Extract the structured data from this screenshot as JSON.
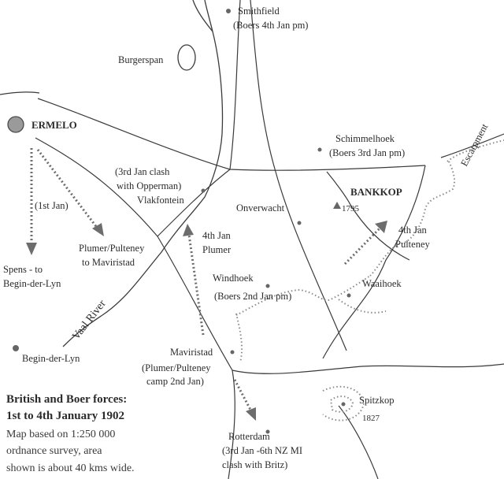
{
  "legend": {
    "title_line1": "British and Boer forces:",
    "title_line2": "1st to 4th January 1902",
    "body_line1": "Map based on 1:250 000",
    "body_line2": "ordnance survey, area",
    "body_line3": "shown is about 40 kms wide."
  },
  "places": {
    "ermelo": "ERMELO",
    "smithfield": "Smithfield",
    "smithfield_note": "(Boers 4th Jan pm)",
    "burgerspan": "Burgerspan",
    "schimmelhoek": "Schimmelhoek",
    "schimmelhoek_note": "(Boers 3rd Jan pm)",
    "escarpment": "Escarpment",
    "bankkop": "BANKKOP",
    "bankkop_height": "1795",
    "vlakfontein_note1": "(3rd Jan clash",
    "vlakfontein_note2": "with Opperman)",
    "vlakfontein": "Vlakfontein",
    "onverwacht": "Onverwacht",
    "windhoek": "Windhoek",
    "windhoek_note": "(Boers 2nd Jan pm)",
    "waaihoek": "Waaihoek",
    "maviristad": "Maviristad",
    "maviristad_note1": "(Plumer/Pulteney",
    "maviristad_note2": "camp 2nd Jan)",
    "spitzkop": "Spitzkop",
    "spitzkop_height": "1827",
    "rotterdam": "Rotterdam",
    "rotterdam_note1": "(3rd Jan -6th NZ MI",
    "rotterdam_note2": "clash with Britz)",
    "begin_der_lyn": "Begin-der-Lyn",
    "vaal_river": "Vaal River"
  },
  "movements": {
    "first_jan": "(1st Jan)",
    "spens_line1": "Spens - to",
    "spens_line2": "Begin-der-Lyn",
    "plumer_pulteney_line1": "Plumer/Pulteney",
    "plumer_pulteney_line2": "to Maviristad",
    "plumer_4th_line1": "4th Jan",
    "plumer_4th_line2": "Plumer",
    "pulteney_4th_line1": "4th Jan",
    "pulteney_4th_line2": "Pulteney"
  },
  "colors": {
    "ink": "#2b2b2b",
    "route": "#6d6d6d",
    "town_fill": "#9a9a9a"
  }
}
